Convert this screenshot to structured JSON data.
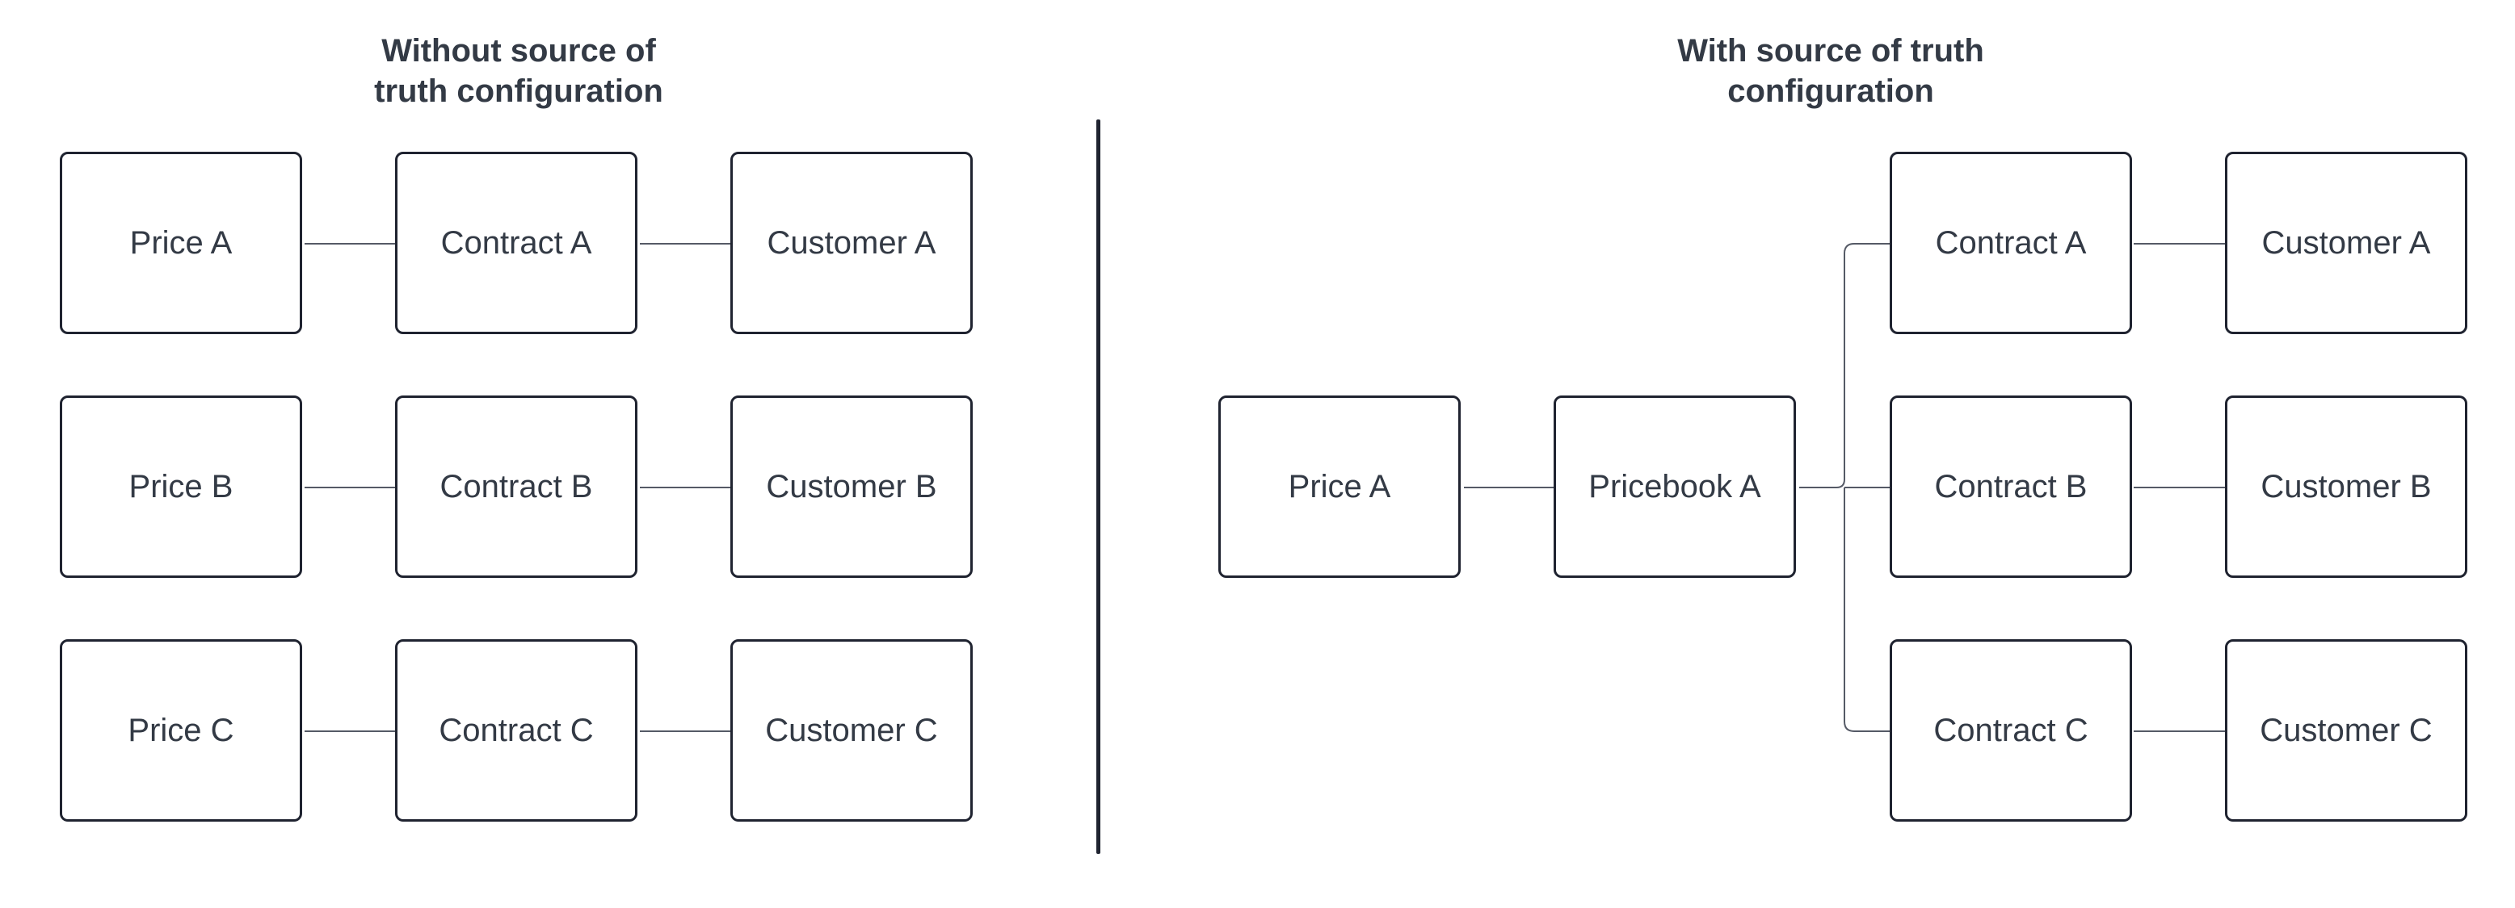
{
  "left_panel": {
    "title": "Without source of\ntruth configuration",
    "rows": [
      {
        "price": "Price A",
        "contract": "Contract A",
        "customer": "Customer A"
      },
      {
        "price": "Price B",
        "contract": "Contract B",
        "customer": "Customer B"
      },
      {
        "price": "Price C",
        "contract": "Contract C",
        "customer": "Customer C"
      }
    ]
  },
  "right_panel": {
    "title": "With source of truth\nconfiguration",
    "price": "Price A",
    "pricebook": "Pricebook A",
    "rows": [
      {
        "contract": "Contract A",
        "customer": "Customer A"
      },
      {
        "contract": "Contract B",
        "customer": "Customer B"
      },
      {
        "contract": "Contract C",
        "customer": "Customer C"
      }
    ]
  },
  "colors": {
    "box_border": "#1f2330",
    "text": "#333a45",
    "connector": "#555a66"
  }
}
